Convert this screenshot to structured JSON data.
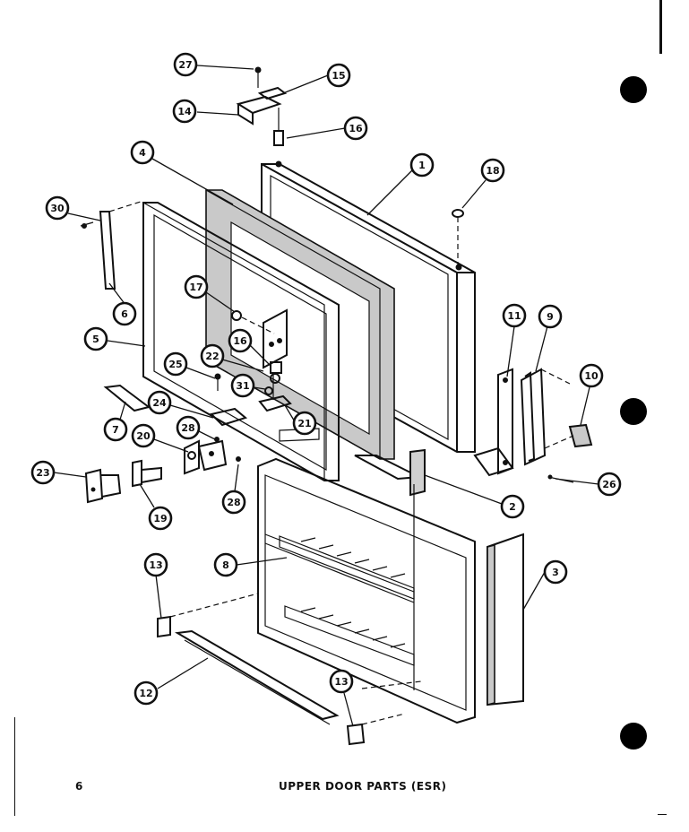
{
  "footer": {
    "page_number": "6",
    "caption": "UPPER DOOR PARTS (ESR)"
  },
  "callouts": [
    {
      "id": "c27",
      "label": "27"
    },
    {
      "id": "c15",
      "label": "15"
    },
    {
      "id": "c14",
      "label": "14"
    },
    {
      "id": "c16a",
      "label": "16"
    },
    {
      "id": "c4",
      "label": "4"
    },
    {
      "id": "c1",
      "label": "1"
    },
    {
      "id": "c18",
      "label": "18"
    },
    {
      "id": "c30",
      "label": "30"
    },
    {
      "id": "c6",
      "label": "6"
    },
    {
      "id": "c17",
      "label": "17"
    },
    {
      "id": "c5",
      "label": "5"
    },
    {
      "id": "c16b",
      "label": "16"
    },
    {
      "id": "c22a",
      "label": "22"
    },
    {
      "id": "c25",
      "label": "25"
    },
    {
      "id": "c31",
      "label": "31"
    },
    {
      "id": "c11",
      "label": "11"
    },
    {
      "id": "c9",
      "label": "9"
    },
    {
      "id": "c10",
      "label": "10"
    },
    {
      "id": "c24",
      "label": "24"
    },
    {
      "id": "c21",
      "label": "21"
    },
    {
      "id": "c7",
      "label": "7"
    },
    {
      "id": "c28a",
      "label": "28"
    },
    {
      "id": "c20",
      "label": "20"
    },
    {
      "id": "c23",
      "label": "23"
    },
    {
      "id": "c28b",
      "label": "28"
    },
    {
      "id": "c19",
      "label": "19"
    },
    {
      "id": "c26",
      "label": "26"
    },
    {
      "id": "c2",
      "label": "2"
    },
    {
      "id": "c8",
      "label": "8"
    },
    {
      "id": "c3",
      "label": "3"
    },
    {
      "id": "c13a",
      "label": "13"
    },
    {
      "id": "c12",
      "label": "12"
    },
    {
      "id": "c13b",
      "label": "13"
    }
  ]
}
